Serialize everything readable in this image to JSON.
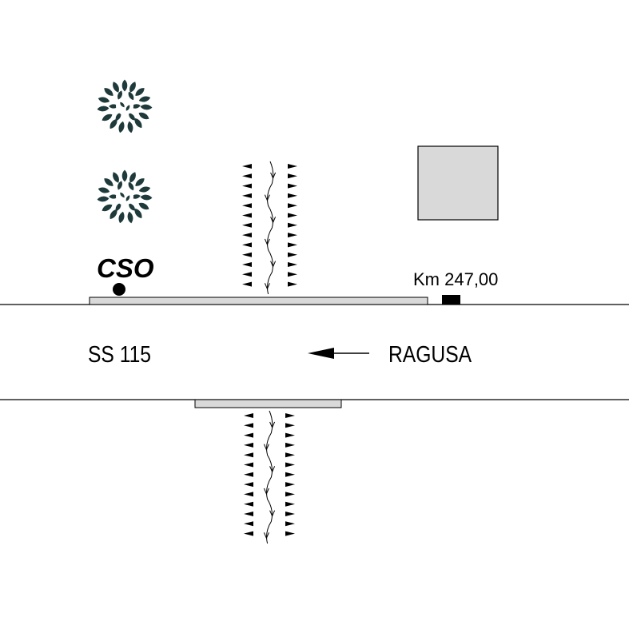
{
  "labels": {
    "cso": "CSO",
    "km": "Km 247,00",
    "road": "SS 115",
    "direction": "RAGUSA"
  },
  "colors": {
    "line": "#000000",
    "sidewalk": "#d9d9d9",
    "building": "#d9d9d9",
    "tree": "#1f3a3a",
    "background": "#ffffff"
  },
  "icons": {
    "tree": "tree-icon",
    "direction": "arrow-left-icon",
    "station": "dot-icon",
    "km_marker": "km-marker-icon",
    "watercourse": "watercourse-icon",
    "building": "building-icon"
  }
}
